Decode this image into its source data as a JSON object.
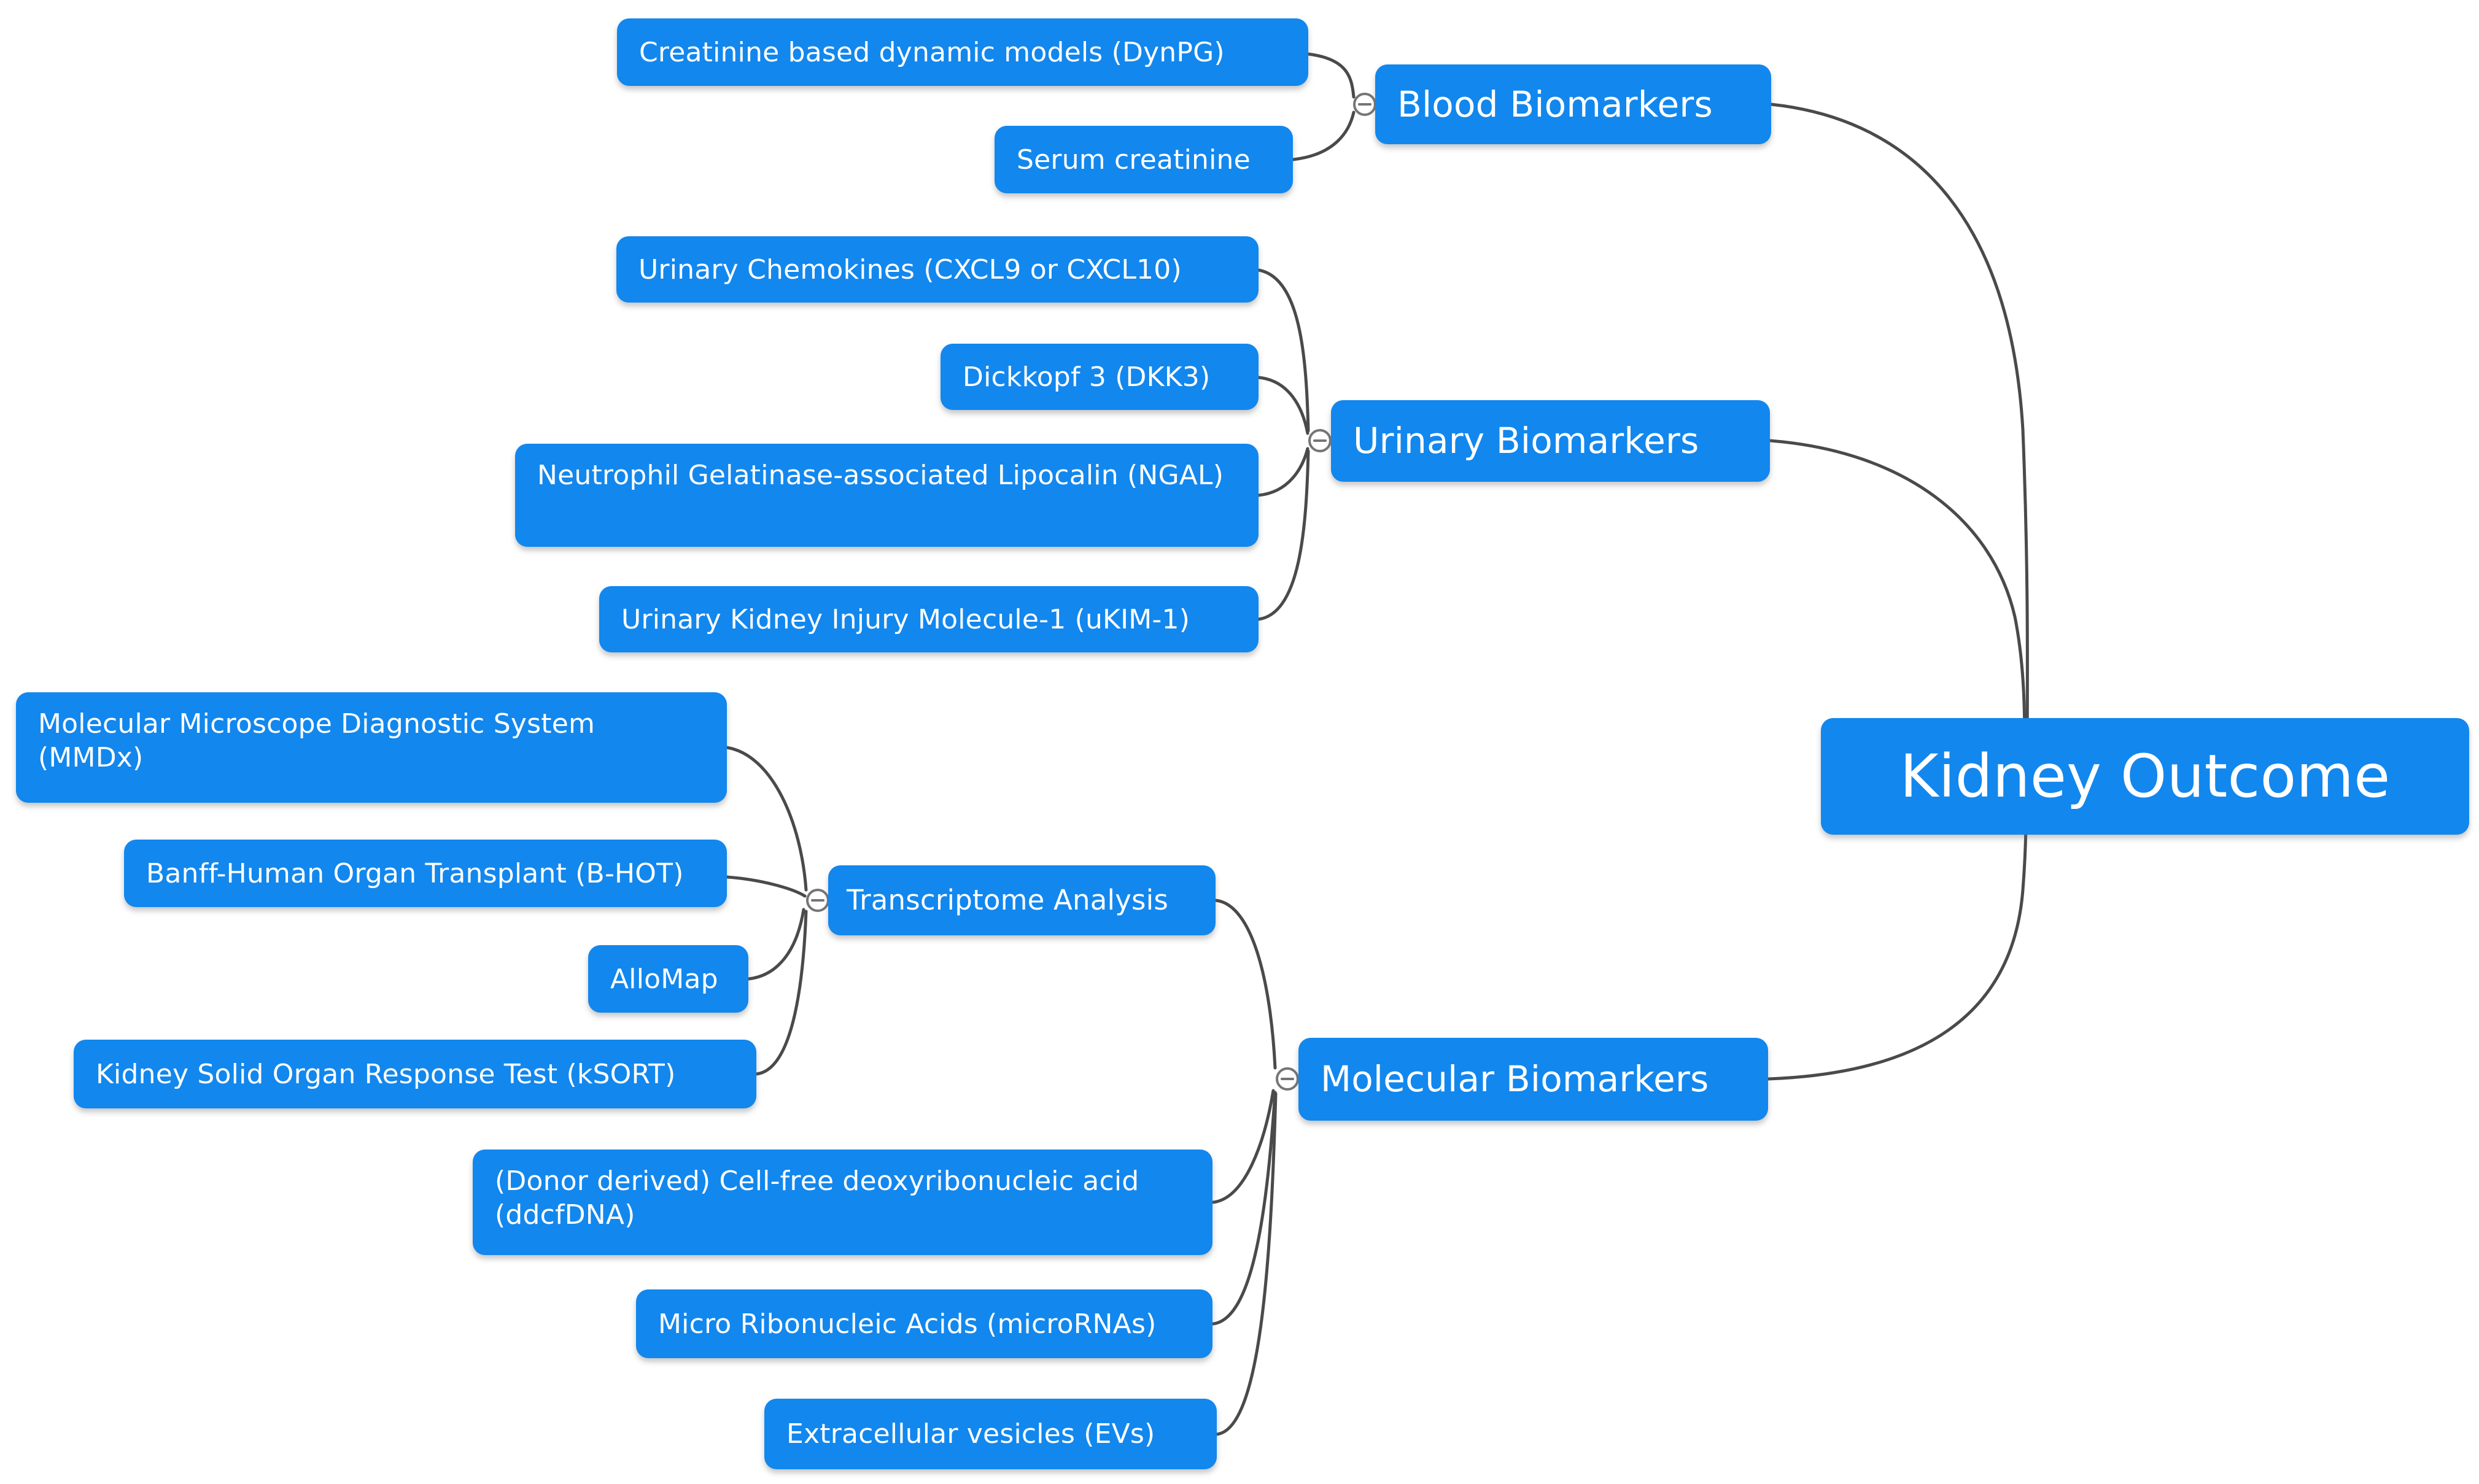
{
  "diagram": {
    "type": "mindmap",
    "topic": "Kidney transplant biomarkers mind map",
    "background": "#ffffff"
  },
  "colors": {
    "node_fill": "#1287ee",
    "node_text": "#ffffff",
    "connector": "#4a4a4a",
    "collapse_icon_stroke": "#757575",
    "background": "#ffffff"
  },
  "icons": {
    "collapse": "minus-in-circle"
  },
  "nodes": {
    "root": {
      "label": "Kidney Outcome",
      "parent": null
    },
    "blood": {
      "label": "Blood Biomarkers",
      "parent": "root"
    },
    "dynpg": {
      "label": "Creatinine based dynamic models (DynPG)",
      "parent": "blood"
    },
    "serum": {
      "label": "Serum creatinine",
      "parent": "blood"
    },
    "urinary": {
      "label": "Urinary Biomarkers",
      "parent": "root"
    },
    "cxcl": {
      "label": "Urinary Chemokines (CXCL9 or CXCL10)",
      "parent": "urinary"
    },
    "dkk3": {
      "label": "Dickkopf 3 (DKK3)",
      "parent": "urinary"
    },
    "ngal": {
      "label": "Neutrophil Gelatinase-associated Lipocalin (NGAL)",
      "parent": "urinary"
    },
    "ukim": {
      "label": "Urinary Kidney Injury Molecule-1 (uKIM-1)",
      "parent": "urinary"
    },
    "molecular": {
      "label": "Molecular Biomarkers",
      "parent": "root"
    },
    "transcriptome": {
      "label": "Transcriptome Analysis",
      "parent": "molecular"
    },
    "mmdx": {
      "label": "Molecular Microscope Diagnostic System (MMDx)",
      "parent": "transcriptome"
    },
    "bhot": {
      "label": "Banff-Human Organ Transplant (B-HOT)",
      "parent": "transcriptome"
    },
    "allomap": {
      "label": "AlloMap",
      "parent": "transcriptome"
    },
    "ksort": {
      "label": "Kidney Solid Organ Response Test (kSORT)",
      "parent": "transcriptome"
    },
    "ddcfdna": {
      "label": "(Donor derived) Cell-free deoxyribonucleic acid (ddcfDNA)",
      "parent": "molecular"
    },
    "mirna": {
      "label": "Micro Ribonucleic Acids (microRNAs)",
      "parent": "molecular"
    },
    "evs": {
      "label": "Extracellular vesicles (EVs)",
      "parent": "molecular"
    }
  },
  "hierarchy": {
    "root": "Kidney Outcome",
    "branches": [
      {
        "label": "Blood Biomarkers",
        "children": [
          "Creatinine based dynamic models (DynPG)",
          "Serum creatinine"
        ]
      },
      {
        "label": "Urinary Biomarkers",
        "children": [
          "Urinary Chemokines (CXCL9 or CXCL10)",
          "Dickkopf 3 (DKK3)",
          "Neutrophil Gelatinase-associated Lipocalin (NGAL)",
          "Urinary Kidney Injury Molecule-1 (uKIM-1)"
        ]
      },
      {
        "label": "Molecular Biomarkers",
        "children": [
          "Transcriptome Analysis",
          "(Donor derived) Cell-free deoxyribonucleic acid (ddcfDNA)",
          "Micro Ribonucleic Acids (microRNAs)",
          "Extracellular vesicles (EVs)"
        ],
        "sub_branches": [
          {
            "label": "Transcriptome Analysis",
            "children": [
              "Molecular Microscope Diagnostic System (MMDx)",
              "Banff-Human Organ Transplant (B-HOT)",
              "AlloMap",
              "Kidney Solid Organ Response Test (kSORT)"
            ]
          }
        ]
      }
    ]
  }
}
